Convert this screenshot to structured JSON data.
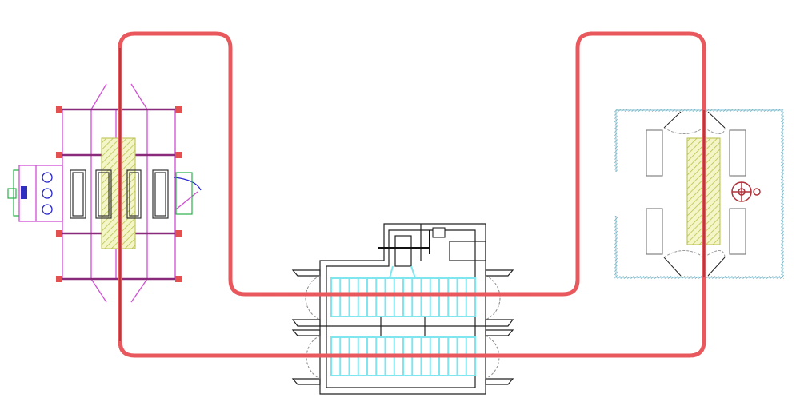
{
  "colors": {
    "conveyor": "#e8585c",
    "booth_frame": "#d14fd6",
    "hatch": "#c8cf5a",
    "oven_tubes": "#7fe6f0",
    "wall": "#5aa6bd",
    "fan": "#b0303a",
    "outline": "#222222"
  },
  "components": [
    "spray-booth",
    "curing-oven",
    "blast-room",
    "conveyor-loop"
  ]
}
